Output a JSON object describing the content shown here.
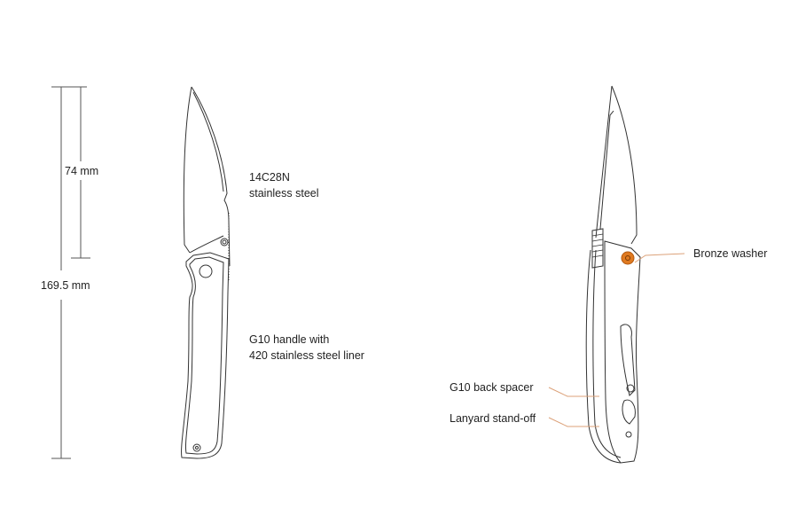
{
  "dimensions": {
    "blade_length": "74 mm",
    "overall_length": "169.5 mm"
  },
  "callouts": {
    "blade_material_line1": "14C28N",
    "blade_material_line2": "stainless steel",
    "handle_line1": "G10 handle with",
    "handle_line2": "420 stainless steel liner",
    "bronze_washer": "Bronze washer",
    "back_spacer": "G10 back spacer",
    "lanyard": "Lanyard stand-off"
  },
  "colors": {
    "leader": "#dca27a",
    "washer": "#e07a20",
    "outline": "#333333",
    "dimension": "#555555"
  }
}
